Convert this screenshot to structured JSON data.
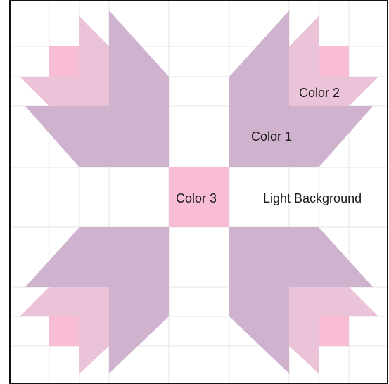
{
  "colors": {
    "color1": "#cfb2cd",
    "color2": "#eac3d9",
    "color3": "#f8bcd4",
    "background": "#ffffff",
    "grid": "#e4e4e4",
    "frame": "#111111"
  },
  "labels": {
    "color1": "Color 1",
    "color2": "Color 2",
    "color3": "Color 3",
    "background": "Light Background"
  }
}
